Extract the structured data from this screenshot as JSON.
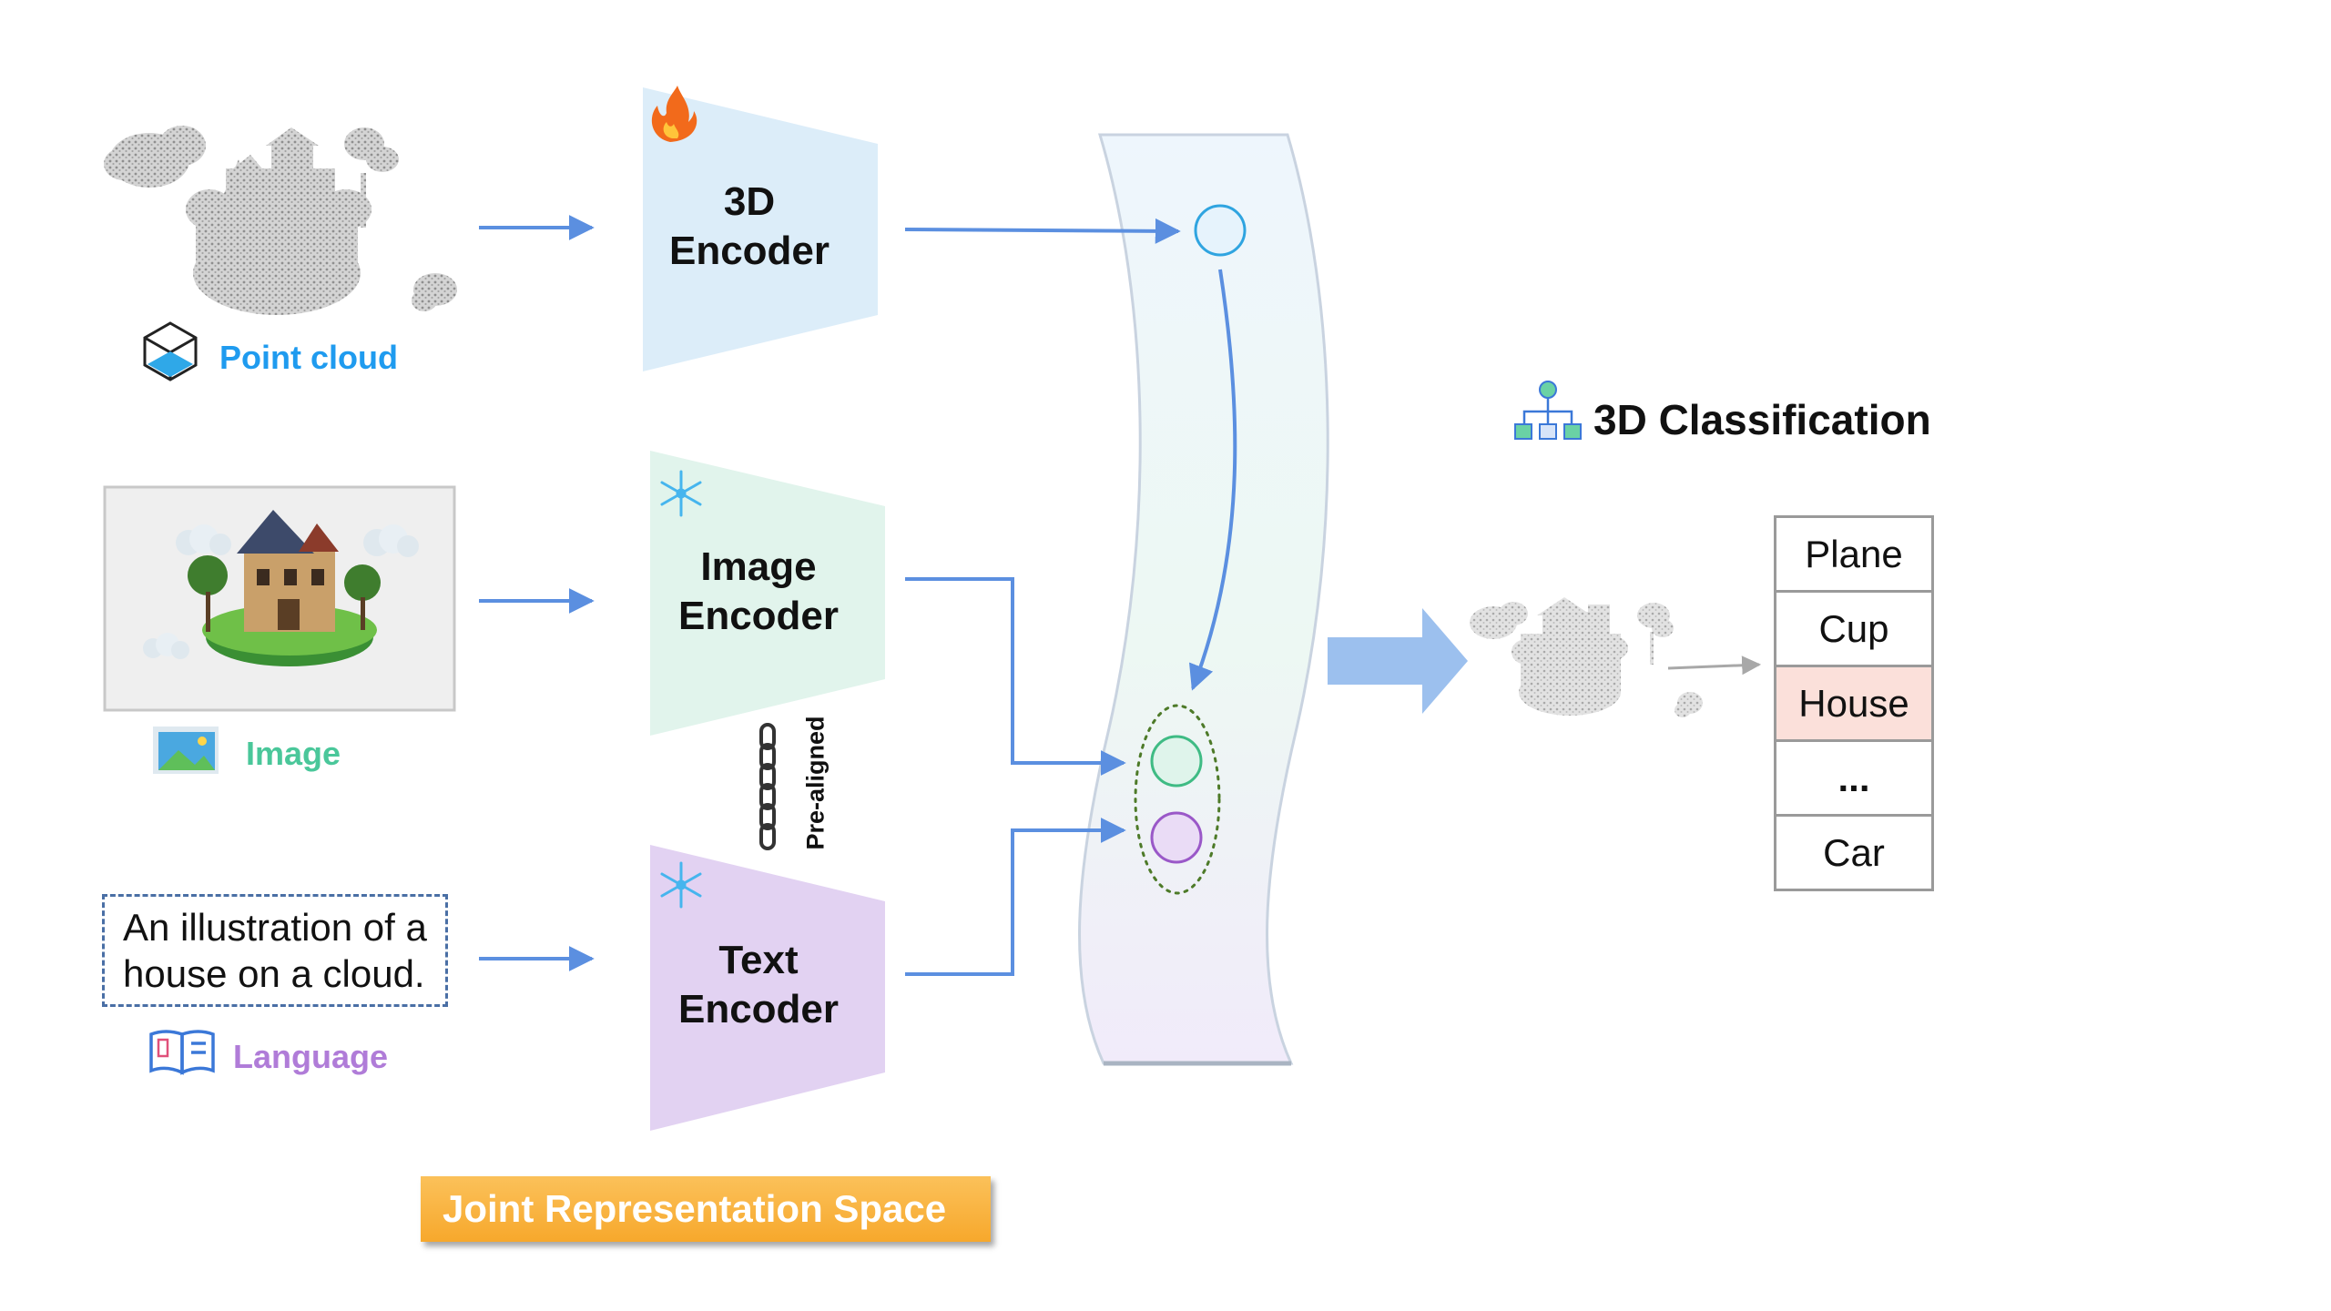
{
  "modalities": {
    "point_cloud": {
      "label": "Point cloud",
      "color": "#1f9bef"
    },
    "image": {
      "label": "Image",
      "color": "#4ac79a"
    },
    "language": {
      "label": "Language",
      "color": "#b07cd8",
      "caption": [
        "An illustration of a",
        "house on a cloud."
      ]
    }
  },
  "encoders": {
    "encoder_3d": {
      "line1": "3D",
      "line2": "Encoder",
      "state_icon": "flame-icon"
    },
    "image": {
      "line1": "Image",
      "line2": "Encoder",
      "state_icon": "snowflake-icon"
    },
    "text": {
      "line1": "Text",
      "line2": "Encoder",
      "state_icon": "snowflake-icon"
    }
  },
  "link_label": "Pre-aligned",
  "space_label": "Joint Representation Space",
  "classification": {
    "title": "3D Classification",
    "classes": [
      "Plane",
      "Cup",
      "House",
      "...",
      "Car"
    ],
    "highlighted_class": "House",
    "highlight_color": "#fbe0da"
  },
  "colors": {
    "arrow": "#5b8fe0",
    "enc3d_fill": "#dcedf9",
    "image_fill": "#e1f4ec",
    "text_fill": "#e2d2f2",
    "banner": "#f8b03c"
  }
}
